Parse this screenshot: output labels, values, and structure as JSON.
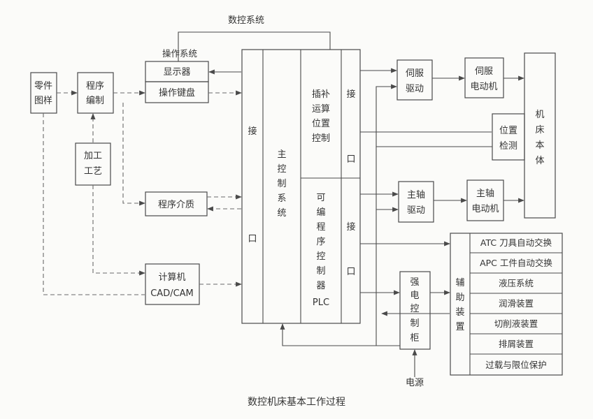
{
  "title_top": "数控系统",
  "caption": "数控机床基本工作过程",
  "nodes": {
    "part_drawing": [
      "零件",
      "图样"
    ],
    "program_edit": [
      "程序",
      "编制"
    ],
    "process_tech": [
      "加工",
      "工艺"
    ],
    "op_system": "操作系统",
    "display": "显示器",
    "keyboard": "操作键盘",
    "program_media": "程序介质",
    "computer": [
      "计算机",
      "CAD/CAM"
    ],
    "interface_left": [
      "接",
      "口"
    ],
    "main_control": [
      "主",
      "控",
      "制",
      "系",
      "统"
    ],
    "interp": [
      "插补",
      "运算",
      "位置",
      "控制"
    ],
    "plc": [
      "可",
      "编",
      "程",
      "序",
      "控",
      "制",
      "器",
      "PLC"
    ],
    "interface_right_top": [
      "接",
      "口"
    ],
    "interface_right_bottom": [
      "接",
      "口"
    ],
    "servo_drive": [
      "伺服",
      "驱动"
    ],
    "servo_motor": [
      "伺服",
      "电动机"
    ],
    "position_detect": [
      "位置",
      "检测"
    ],
    "machine_body": [
      "机",
      "床",
      "本",
      "体"
    ],
    "spindle_drive": [
      "主轴",
      "驱动"
    ],
    "spindle_motor": [
      "主轴",
      "电动机"
    ],
    "power_cabinet": [
      "强",
      "电",
      "控",
      "制",
      "柜"
    ],
    "power_source": "电源",
    "aux_device": [
      "辅",
      "助",
      "装",
      "置"
    ],
    "aux_items": [
      "ATC 刀具自动交换",
      "APC 工件自动交换",
      "液压系统",
      "润滑装置",
      "切削液装置",
      "排屑装置",
      "过载与限位保护"
    ]
  }
}
